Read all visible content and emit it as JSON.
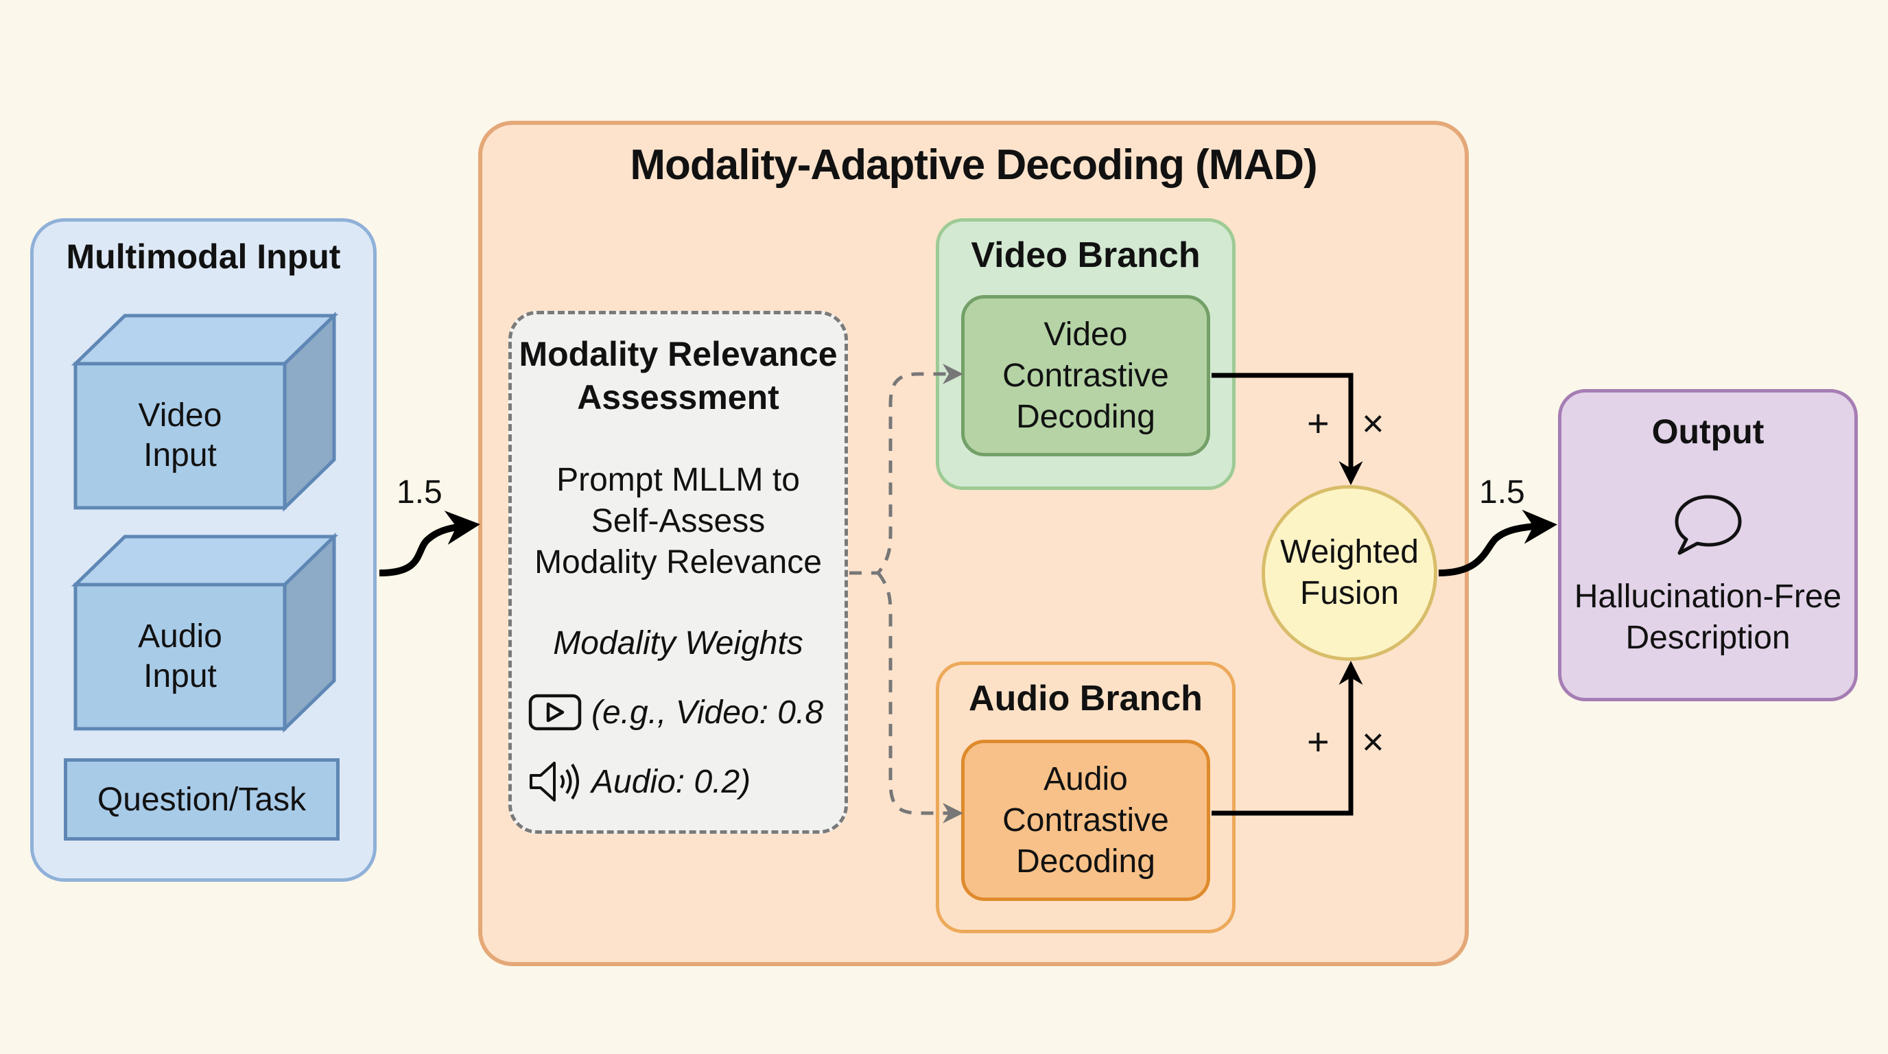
{
  "multimodal_input": {
    "title": "Multimodal Input",
    "video_line1": "Video",
    "video_line2": "Input",
    "audio_line1": "Audio",
    "audio_line2": "Input",
    "question": "Question/Task"
  },
  "mad": {
    "title": "Modality-Adaptive Decoding (MAD)",
    "relevance": {
      "title_line1": "Modality Relevance",
      "title_line2": "Assessment",
      "prompt_line1": "Prompt MLLM to",
      "prompt_line2": "Self-Assess",
      "prompt_line3": "Modality Relevance",
      "weights_label": "Modality Weights",
      "video_weight": "(e.g., Video: 0.8",
      "audio_weight": "Audio: 0.2)",
      "video_icon": "play-video-icon",
      "audio_icon": "speaker-icon"
    },
    "video_branch": {
      "title": "Video Branch",
      "inner_line1": "Video",
      "inner_line2": "Contrastive",
      "inner_line3": "Decoding"
    },
    "audio_branch": {
      "title": "Audio Branch",
      "inner_line1": "Audio",
      "inner_line2": "Contrastive",
      "inner_line3": "Decoding"
    },
    "fusion": {
      "line1": "Weighted",
      "line2": "Fusion"
    },
    "operators": {
      "plus": "+",
      "times": "×"
    }
  },
  "output": {
    "title": "Output",
    "icon": "speech-bubble-icon",
    "desc_line1": "Hallucination-Free",
    "desc_line2": "Description"
  },
  "edges": {
    "input_to_mad_label": "1.5",
    "fusion_to_output_label": "1.5"
  },
  "colors": {
    "background": "#fbf7ea",
    "input_blue": "#dce8f6",
    "mad_orange": "#fde3cc",
    "video_green": "#b5d3a5",
    "audio_orange": "#f7c189",
    "fusion_yellow": "#fdf4c6",
    "output_purple": "#e2d3e8"
  }
}
